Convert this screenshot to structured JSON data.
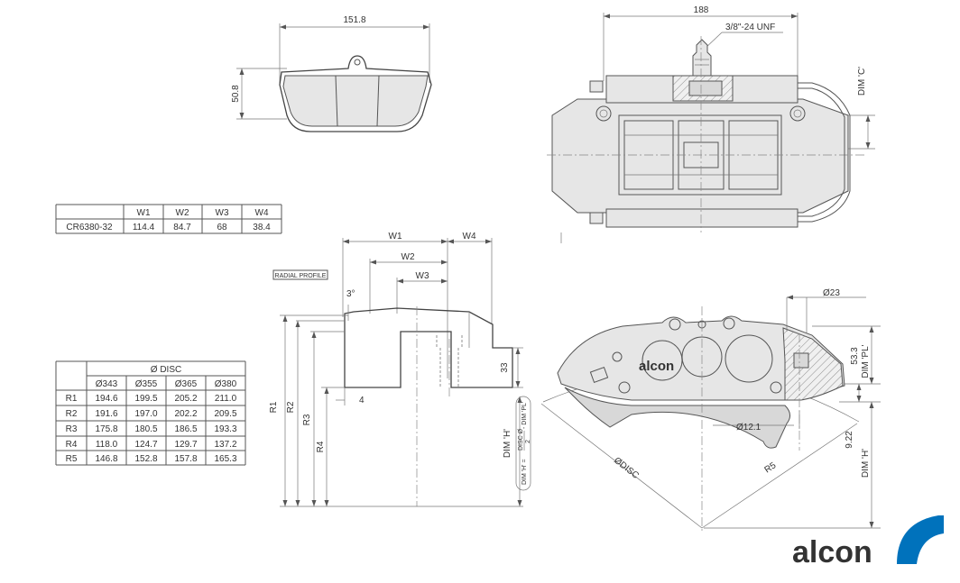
{
  "pad": {
    "width": "151.8",
    "height": "50.8"
  },
  "top_view": {
    "width": "188",
    "thread": "3/8\"-24 UNF",
    "dim_c": "DIM 'C'"
  },
  "width_table": {
    "headers": [
      "",
      "W1",
      "W2",
      "W3",
      "W4"
    ],
    "row": [
      "CR6380-32",
      "114.4",
      "84.7",
      "68",
      "38.4"
    ]
  },
  "radial_profile": {
    "label": "RADIAL PROFILE",
    "w1": "W1",
    "w2": "W2",
    "w3": "W3",
    "w4": "W4",
    "angle": "3°",
    "offset": "4",
    "height_33": "33",
    "r1": "R1",
    "r2": "R2",
    "r3": "R3",
    "r4": "R4",
    "dim_h": "DIM 'H'",
    "formula_left": "DIM 'H' =",
    "formula_num": "DISC Ø",
    "formula_den": "2",
    "formula_right": "- DIM 'PL'"
  },
  "radius_table": {
    "group_header": "Ø DISC",
    "columns": [
      "Ø343",
      "Ø355",
      "Ø365",
      "Ø380"
    ],
    "rows": [
      {
        "label": "R1",
        "values": [
          "194.6",
          "199.5",
          "205.2",
          "211.0"
        ]
      },
      {
        "label": "R2",
        "values": [
          "191.6",
          "197.0",
          "202.2",
          "209.5"
        ]
      },
      {
        "label": "R3",
        "values": [
          "175.8",
          "180.5",
          "186.5",
          "193.3"
        ]
      },
      {
        "label": "R4",
        "values": [
          "118.0",
          "124.7",
          "129.7",
          "137.2"
        ]
      },
      {
        "label": "R5",
        "values": [
          "146.8",
          "152.8",
          "157.8",
          "165.3"
        ]
      }
    ]
  },
  "side_view": {
    "bore": "Ø23",
    "hole": "Ø12.1",
    "disc": "ØDISC",
    "r5": "R5",
    "pl_value": "53.3",
    "dim_pl": "DIM 'PL'",
    "gap": "9.22",
    "dim_h": "DIM 'H'",
    "cast_logo": "alcon"
  },
  "brand": {
    "logo_text": "alcon",
    "logo_color": "#0072bc",
    "text_color": "#6d6e71"
  }
}
